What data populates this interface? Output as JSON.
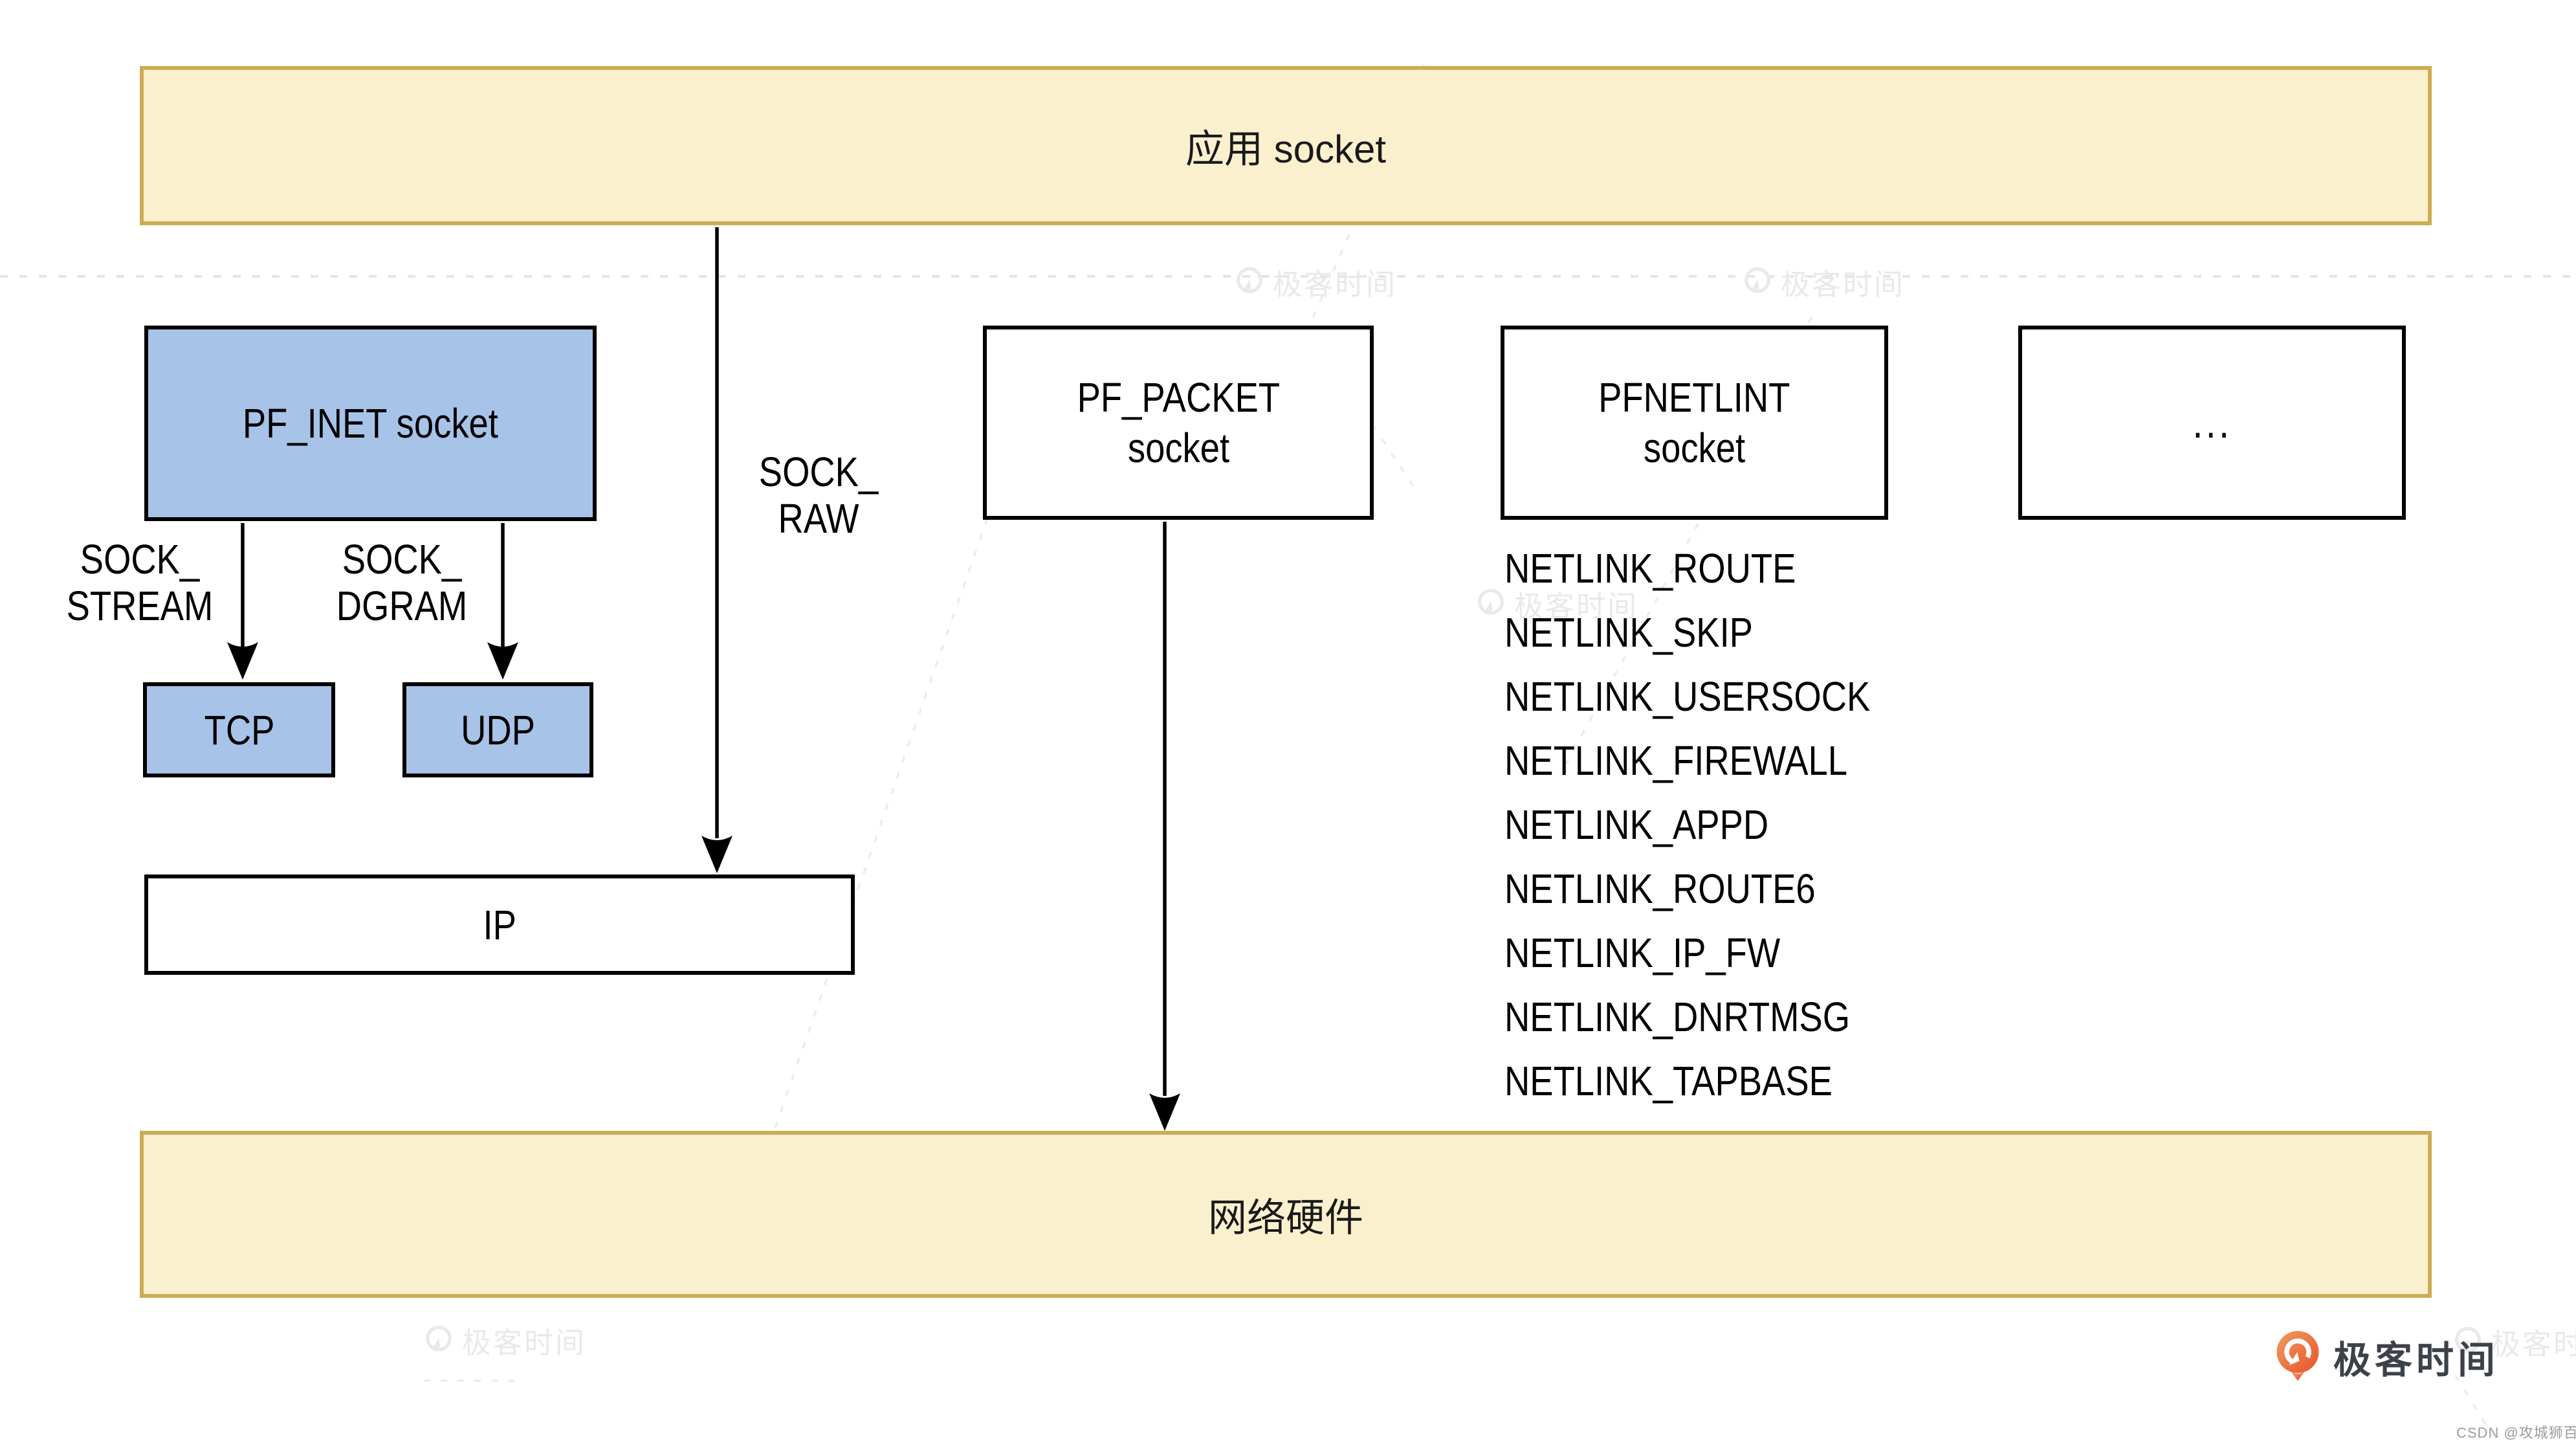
{
  "brand": {
    "name": "极客时间"
  },
  "attribution": "CSDN @攻城狮百里",
  "colors": {
    "band_fill": "#FBF0CE",
    "band_border": "#CDAC55",
    "box_blue": "#A8C3E8",
    "line_black": "#000000",
    "watermark_gray": "#E9E9E9",
    "dash_gray": "#E4E4E4",
    "brand_orange": "#E65427",
    "brand_text": "#3D4249",
    "attribution_gray": "#9B9B9B"
  },
  "diagram": {
    "top_band": "应用 socket",
    "bottom_band": "网络硬件",
    "pf_inet": "PF_INET socket",
    "tcp": "TCP",
    "udp": "UDP",
    "ip": "IP",
    "pf_packet": {
      "line1": "PF_PACKET",
      "line2": "socket"
    },
    "pfnetlint": {
      "line1": "PFNETLINT",
      "line2": "socket"
    },
    "ellipsis": "...",
    "sock_stream": {
      "line1": "SOCK_",
      "line2": "STREAM"
    },
    "sock_dgram": {
      "line1": "SOCK_",
      "line2": "DGRAM"
    },
    "sock_raw": {
      "line1": "SOCK_",
      "line2": "RAW"
    },
    "netlink": [
      "NETLINK_ROUTE",
      "NETLINK_SKIP",
      "NETLINK_USERSOCK",
      "NETLINK_FIREWALL",
      "NETLINK_APPD",
      "NETLINK_ROUTE6",
      "NETLINK_IP_FW",
      "NETLINK_DNRTMSG",
      "NETLINK_TAPBASE"
    ]
  }
}
